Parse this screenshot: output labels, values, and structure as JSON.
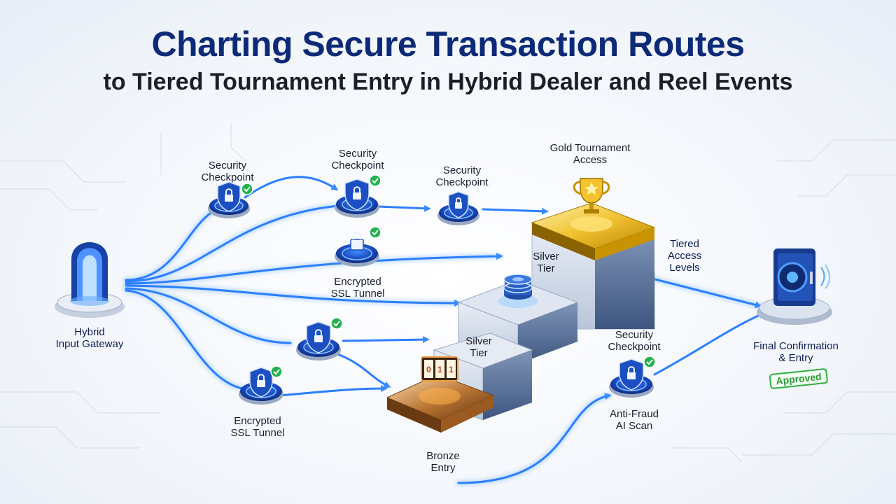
{
  "header": {
    "title": "Charting Secure Transaction Routes",
    "subtitle": "to Tiered Tournament Entry in Hybrid Dealer and Reel Events"
  },
  "labels": {
    "gateway": [
      "Hybrid",
      "Input Gateway"
    ],
    "checkpoint_1": [
      "Security",
      "Checkpoint"
    ],
    "checkpoint_2": [
      "Security",
      "Checkpoint"
    ],
    "checkpoint_3": [
      "Security",
      "Checkpoint"
    ],
    "ssl_upper": [
      "Encrypted",
      "SSL Tunnel"
    ],
    "ssl_lower": [
      "Encrypted",
      "SSL Tunnel"
    ],
    "gold": [
      "Gold Tournament",
      "Access"
    ],
    "silver_upper": [
      "Silver",
      "Tier"
    ],
    "silver_lower": [
      "Silver",
      "Tier"
    ],
    "bronze": [
      "Bronze",
      "Entry"
    ],
    "tiered": [
      "Tiered",
      "Access",
      "Levels"
    ],
    "checkpoint_fraud": [
      "Security",
      "Checkpoint"
    ],
    "anti_fraud": [
      "Anti-Fraud",
      "AI Scan"
    ],
    "final": [
      "Final Confirmation",
      "& Entry"
    ]
  },
  "badge": {
    "approved": "Approved"
  },
  "icons": {
    "gateway": "portal-icon",
    "shield": "shield-lock-icon",
    "check": "check-badge-icon",
    "trophy": "trophy-icon",
    "chips": "poker-chip-stack-icon",
    "reels": "slot-reel-icon",
    "vault": "vault-icon"
  },
  "colors": {
    "title": "#0d2a78",
    "route": "#2b7fff",
    "gold": "#e2b21f",
    "bronze": "#d97a1f",
    "check": "#22b14c"
  }
}
